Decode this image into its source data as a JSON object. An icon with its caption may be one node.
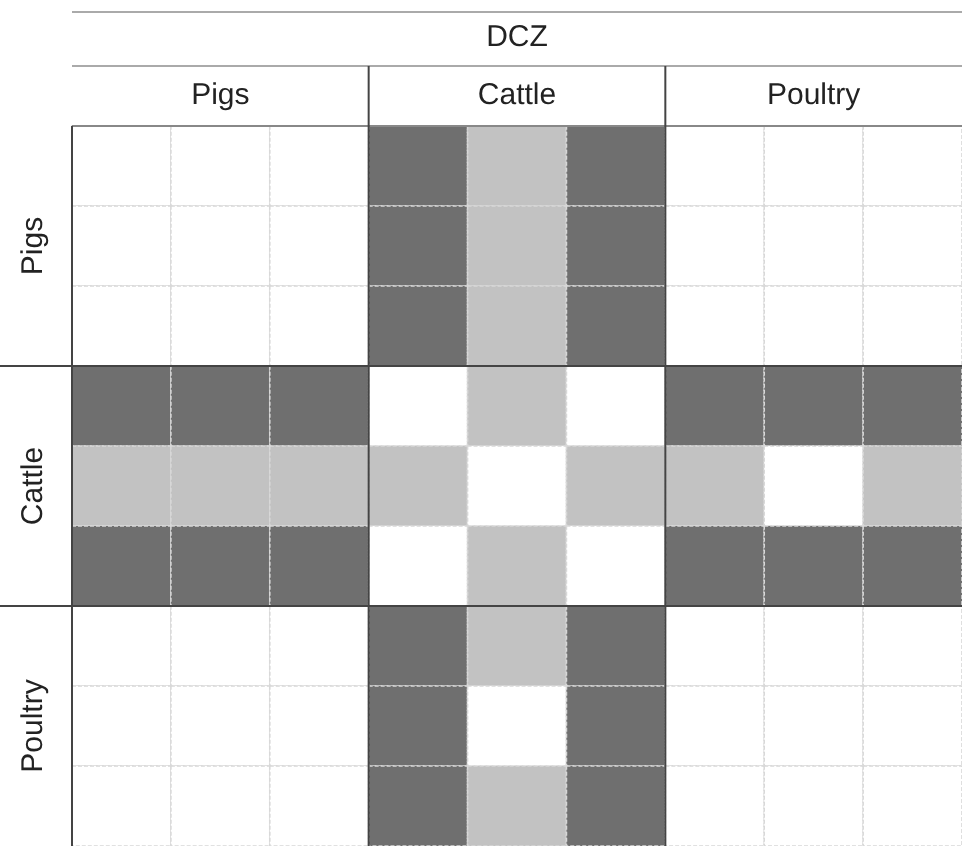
{
  "diagram": {
    "labels": [
      "DCZ",
      "Pigs",
      "Cattle",
      "Poultry",
      "Pigs",
      "Cattle",
      "Poultry"
    ]
  }
}
